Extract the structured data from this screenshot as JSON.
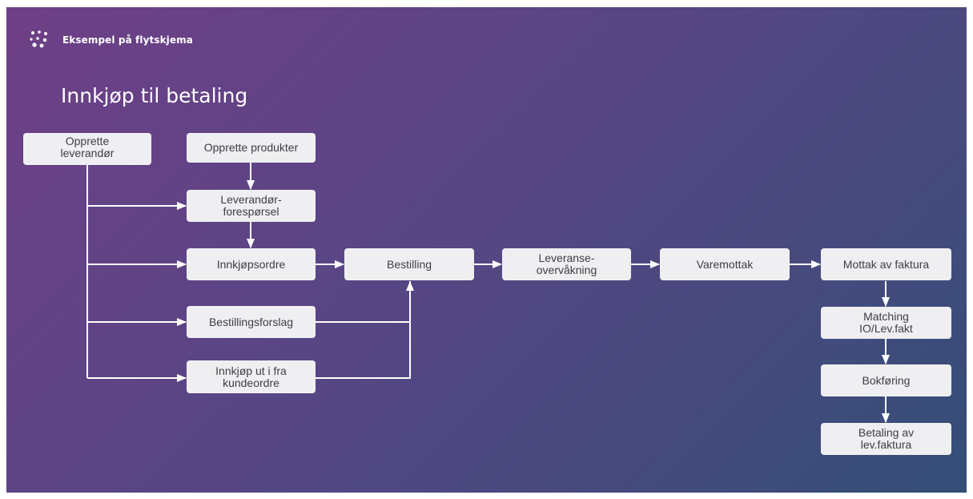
{
  "header": {
    "brand": "Eksempel på flytskjema",
    "logo_icon": "dots-logo-icon"
  },
  "title": "Innkjøp til betaling",
  "colors": {
    "node_fill": "#efeff1",
    "node_text": "#3d3d45",
    "connector": "#ffffff"
  },
  "nodes": {
    "opprette_leverandor": "Opprette\nleverandør",
    "opprette_produkter": "Opprette produkter",
    "leverandor_foresporsel": "Leverandør-\nforespørsel",
    "innkjopsordre": "Innkjøpsordre",
    "bestillingsforslag": "Bestillingsforslag",
    "innkjop_kundeordre": "Innkjøp ut i fra\nkundeordre",
    "bestilling": "Bestilling",
    "leveranseovervakning": "Leveranse-\novervåkning",
    "varemottak": "Varemottak",
    "mottak_faktura": "Mottak av faktura",
    "matching": "Matching\nIO/Lev.fakt",
    "bokforing": "Bokføring",
    "betaling": "Betaling av\nlev.faktura"
  }
}
